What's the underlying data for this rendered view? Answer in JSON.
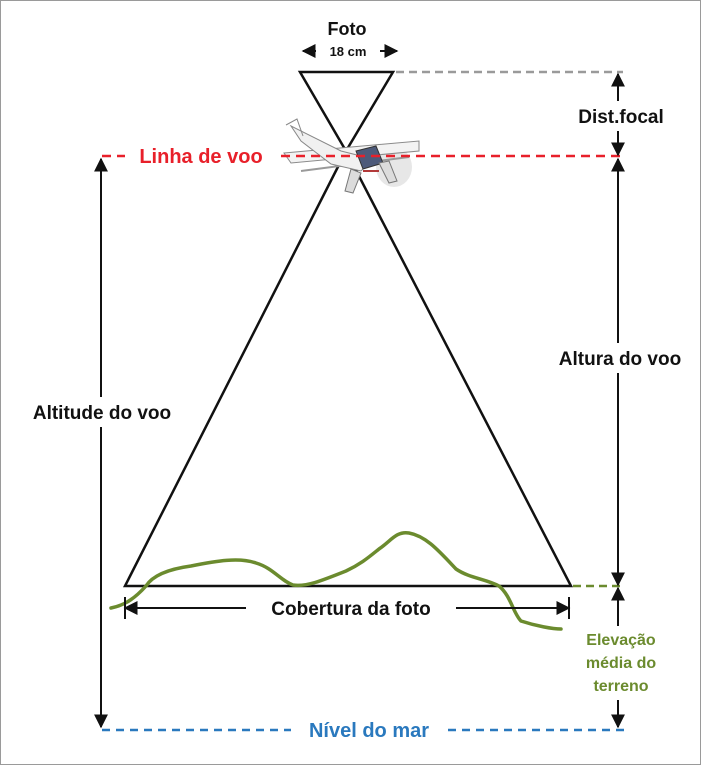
{
  "labels": {
    "foto": "Foto",
    "foto_size": "18 cm",
    "dist_focal": "Dist.focal",
    "linha_de_voo": "Linha de voo",
    "altura_do_voo": "Altura do voo",
    "altitude_do_voo": "Altitude do voo",
    "cobertura_da_foto": "Cobertura da foto",
    "elevacao_line1": "Elevação",
    "elevacao_line2": "média do",
    "elevacao_line3": "terreno",
    "nivel_do_mar": "Nível do mar"
  },
  "colors": {
    "flight_line": "#e8202a",
    "sea_level": "#2a79be",
    "terrain": "#6b8b2e",
    "ink": "#111111",
    "guide": "#9a9a9a"
  },
  "icons": {
    "airplane": "airplane-icon"
  }
}
